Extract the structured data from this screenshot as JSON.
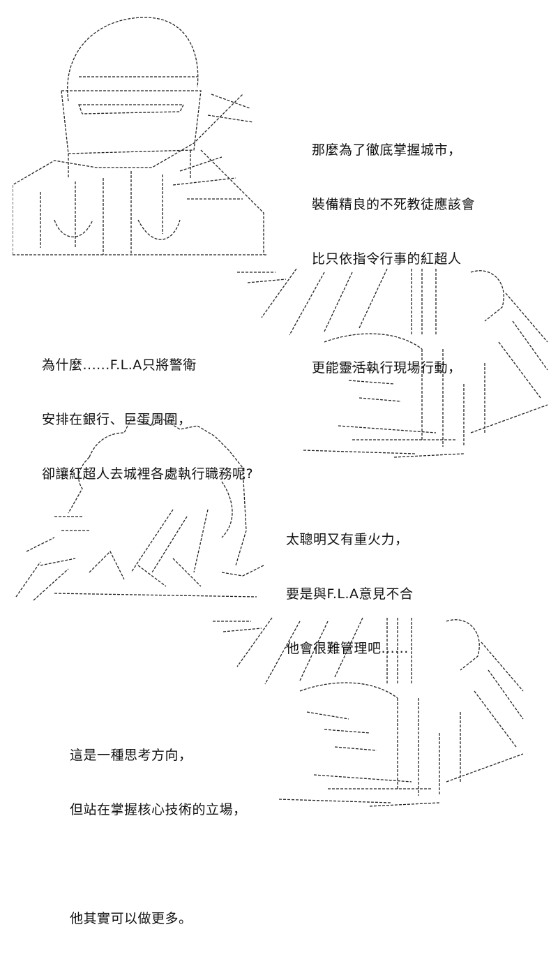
{
  "panels": [
    {
      "art": "helmeted-figure-ascii-art",
      "lines": [
        "那麼為了徹底掌握城市，",
        "裝備精良的不死教徒應該會",
        "比只依指令行事的紅超人",
        "",
        "更能靈活執行現場行動，"
      ]
    },
    {
      "art": "crouching-figure-ascii-art",
      "lines": [
        "為什麼......F.L.A只將警衛",
        "安排在銀行、巨蛋周圍，",
        "卻讓紅超人去城裡各處執行職務呢?"
      ]
    },
    {
      "art": "spiky-figure-back-ascii-art",
      "lines": [
        "太聰明又有重火力，",
        "要是與F.L.A意見不合",
        "他會很難管理吧......"
      ]
    },
    {
      "art": "crouching-figure-ascii-art",
      "lines": [
        "這是一種思考方向，",
        "但站在掌握核心技術的立場，",
        "",
        "他其實可以做更多。"
      ]
    }
  ]
}
